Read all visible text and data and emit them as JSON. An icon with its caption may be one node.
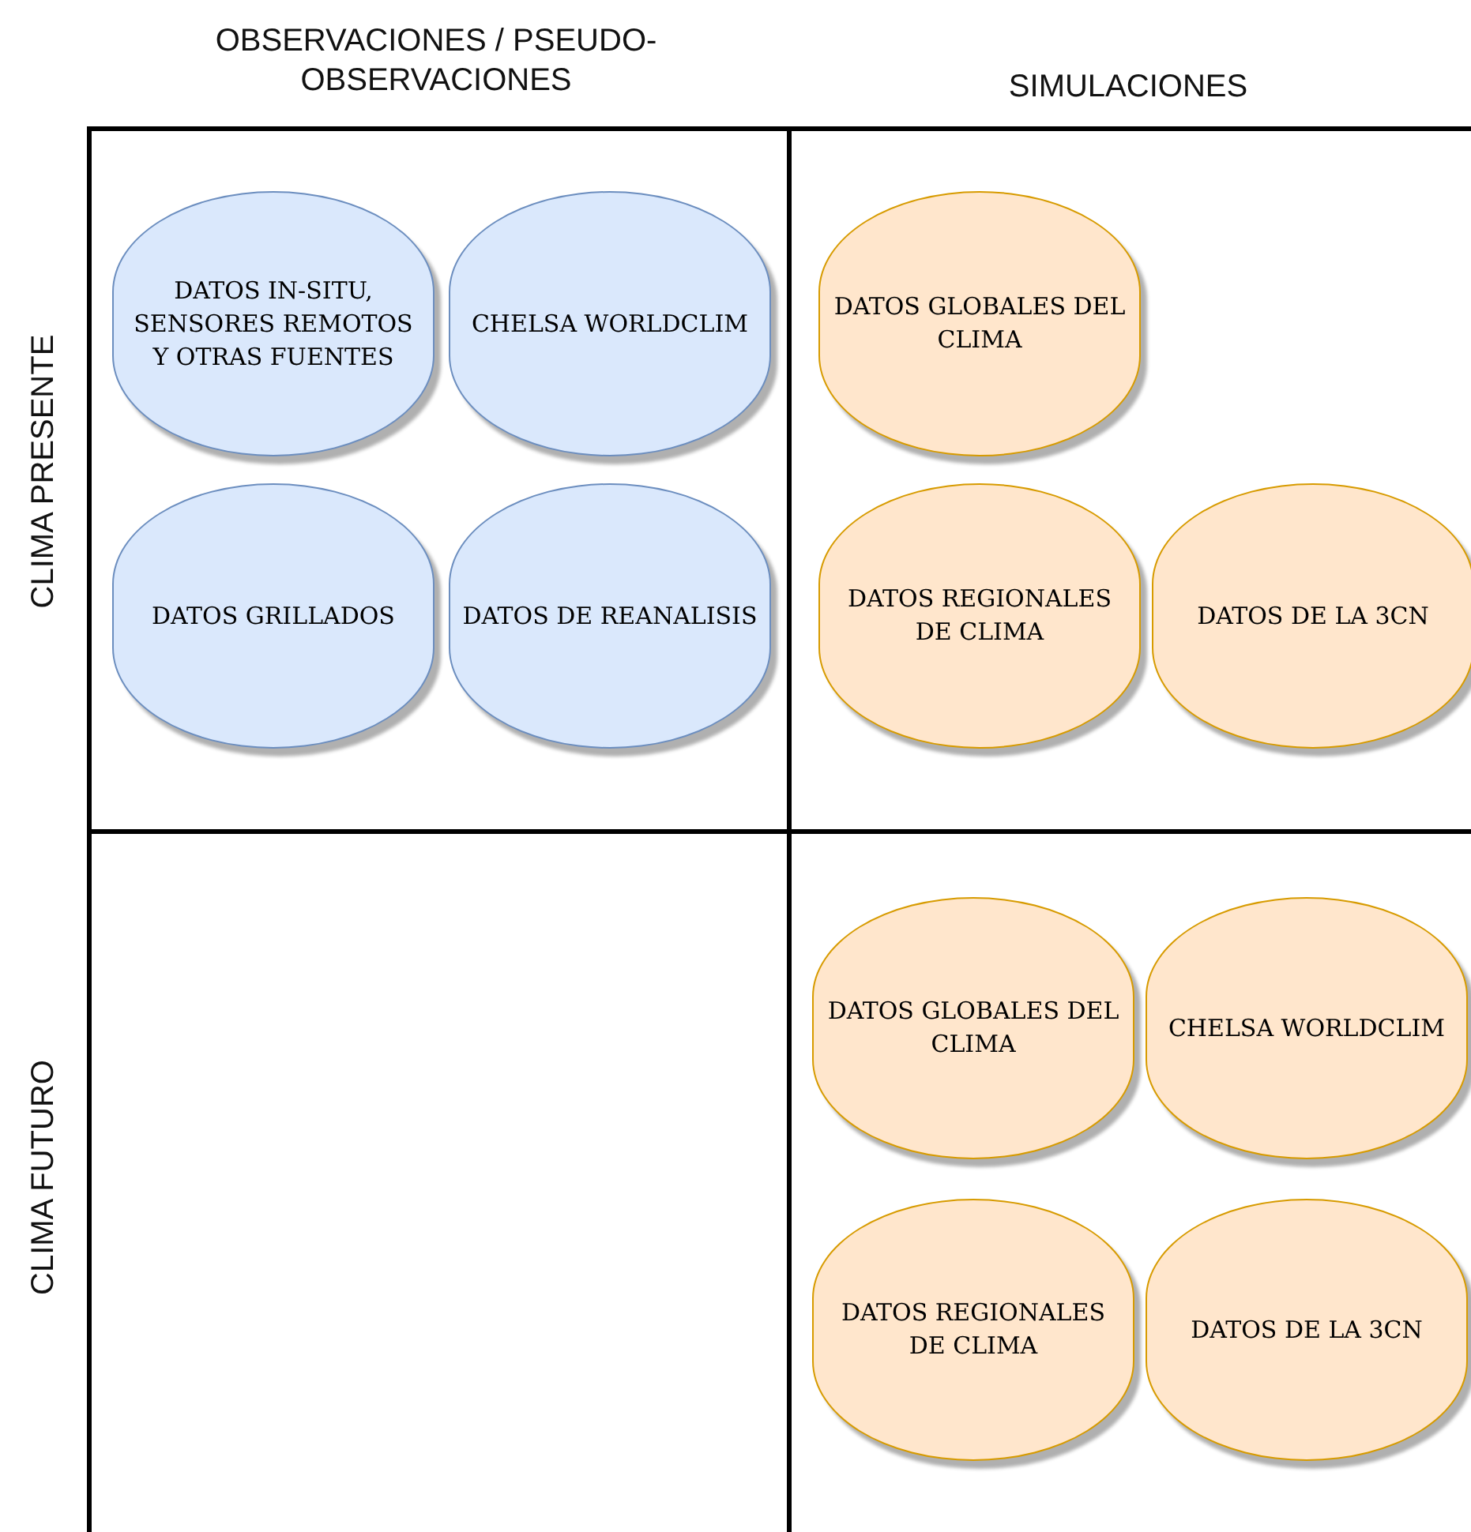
{
  "diagram": {
    "nodes": [
      {
        "text": [],
        "shape": "box"
      },
      {
        "text": [
          "DATOS IN-SITU, SENSORES REMOTOS Y OTRAS FUENTES"
        ],
        "in": 0
      },
      {
        "text": [
          "CHELSA WORLDCLIM"
        ],
        "in": 0
      },
      {
        "text": [
          "DATOS GRILLADOS"
        ],
        "in": 0
      },
      {
        "text": [
          "DATOS DE REANALISIS"
        ],
        "in": 0
      },
      {
        "text": [],
        "shape": "box"
      },
      {
        "text": [
          "DATOS GLOBALES DEL CLIMA"
        ],
        "in": 5
      },
      {
        "text": [
          "DATOS REGIONALES DE CLIMA"
        ],
        "in": 5
      },
      {
        "text": [
          "DATOS DE LA 3CN"
        ],
        "in": 5
      },
      {
        "text": [],
        "shape": "box"
      },
      {
        "text": [],
        "shape": "box"
      },
      {
        "text": [
          "DATOS GLOBALES DEL CLIMA"
        ],
        "in": 10
      },
      {
        "text": [
          "CHELSA WORLDCLIM"
        ],
        "in": 10
      },
      {
        "text": [
          "DATOS REGIONALES DE CLIMA"
        ],
        "in": 10
      },
      {
        "text": [
          "DATOS DE LA 3CN"
        ],
        "in": 10
      }
    ],
    "labels": [
      "OBSERVACIONES / PSEUDO-OBSERVACIONES",
      "SIMULACIONES",
      "CLIMA PRESENTE",
      "CLIMA FUTURO"
    ]
  }
}
